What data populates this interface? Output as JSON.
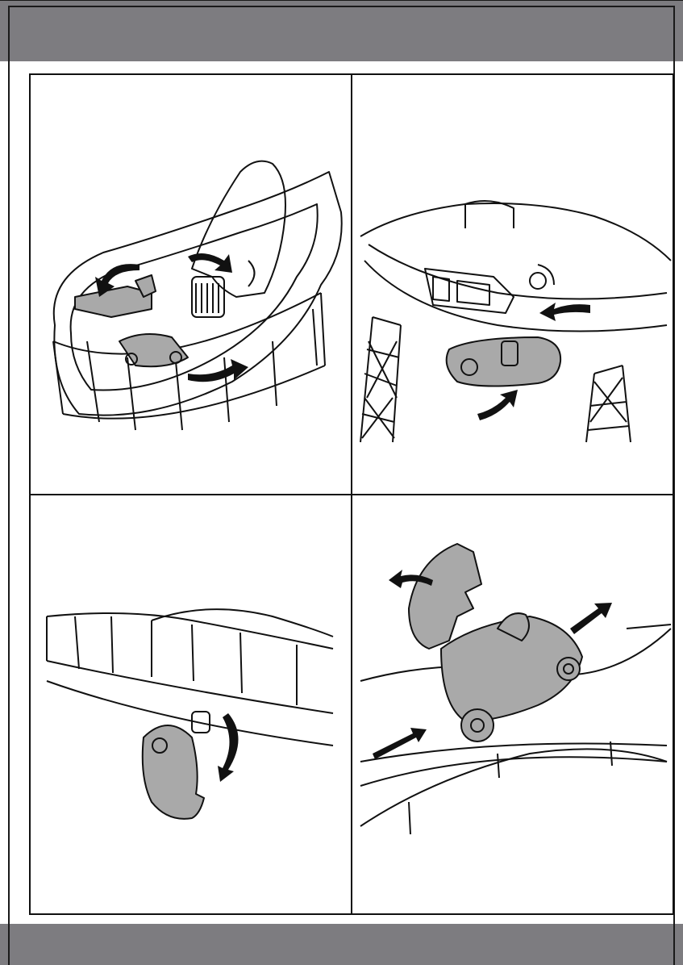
{
  "page": {
    "header_color": "#7d7c80",
    "footer_color": "#7d7c80",
    "line_color": "#111111",
    "part_fill": "#a9a9a9"
  },
  "panels": [
    {
      "id": "step-1",
      "illustration": "track-clean-brush",
      "arrows": 3
    },
    {
      "id": "step-2",
      "illustration": "tower-key-insert",
      "arrows": 2
    },
    {
      "id": "step-3",
      "illustration": "key-turn-remove",
      "arrows": 1
    },
    {
      "id": "step-4",
      "illustration": "kart-place-on-track",
      "arrows": 3
    }
  ]
}
